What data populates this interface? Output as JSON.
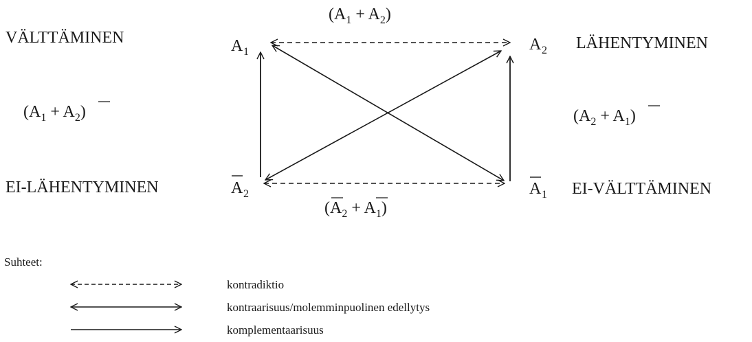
{
  "diagram": {
    "labels": {
      "avoidance": "VÄLTTÄMINEN",
      "approach": "LÄHENTYMINEN",
      "non_approach": "EI-LÄHENTYMINEN",
      "non_avoidance": "EI-VÄLTTÄMINEN"
    },
    "nodes": {
      "a1": {
        "base": "A",
        "sub": "1",
        "bar": false
      },
      "a2": {
        "base": "A",
        "sub": "2",
        "bar": false
      },
      "a2bar": {
        "base": "A",
        "sub": "2",
        "bar": true
      },
      "a1bar": {
        "base": "A",
        "sub": "1",
        "bar": true
      }
    },
    "combos": {
      "top": "(A1 + A2)",
      "left": "(A1 + Ā2)",
      "right": "(A2 + Ā1)",
      "bottom": "(Ā2 + Ā1)"
    }
  },
  "legend": {
    "title": "Suhteet:",
    "items": [
      {
        "style": "dashed-double",
        "label": "kontradiktio"
      },
      {
        "style": "solid-double",
        "label": "kontraarisuus/molemminpuolinen edellytys"
      },
      {
        "style": "solid-single",
        "label": "komplementaarisuus"
      }
    ]
  },
  "colors": {
    "ink": "#1a1a1a",
    "background": "#ffffff"
  }
}
